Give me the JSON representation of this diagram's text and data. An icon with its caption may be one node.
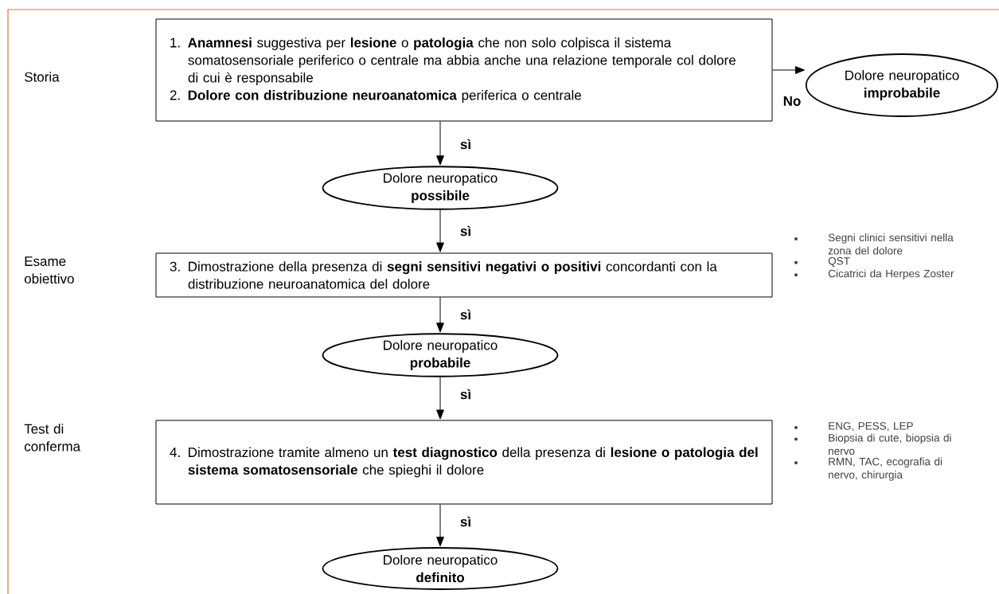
{
  "diagram": {
    "nodes": [
      {
        "text": [
          "1. **Anamnesi** suggestiva per **lesione** o **patologia** che non solo colpisca il sistema somatosensoriale periferico o centrale ma abbia anche una relazione temporale col dolore di cui è responsabile",
          "2. **Dolore con distribuzione neuroanatomica** periferica o centrale"
        ]
      },
      {
        "text": [
          "Dolore neuropatico **improbabile**"
        ]
      },
      {
        "text": [
          "Dolore neuropatico **possibile**"
        ]
      },
      {
        "text": [
          "3. Dimostrazione della presenza di **segni sensitivi negativi o positivi** concordanti con la distribuzione neuroanatomica del dolore"
        ]
      },
      {
        "text": [
          "Dolore neuropatico **probabile**"
        ]
      },
      {
        "text": [
          "4. Dimostrazione tramite almeno un **test diagnostico** della presenza di **lesione o patologia del sistema somatosensoriale** che spieghi il dolore"
        ]
      },
      {
        "text": [
          "Dolore neuropatico **definito**"
        ]
      }
    ],
    "edges": [
      {
        "from": 0,
        "to": 1,
        "arrow": "to",
        "label": "No"
      },
      {
        "from": 0,
        "to": 2,
        "arrow": "to",
        "label": "sì"
      },
      {
        "from": 2,
        "to": 3,
        "arrow": "to",
        "label": "sì"
      },
      {
        "from": 3,
        "to": 4,
        "arrow": "to",
        "label": "sì"
      },
      {
        "from": 4,
        "to": 5,
        "arrow": "to",
        "label": "sì"
      },
      {
        "from": 5,
        "to": 6,
        "arrow": "to",
        "label": "sì"
      }
    ],
    "labels": [
      "Storia",
      "Esame obiettivo",
      "Segni clinici sensitivi nella zona del dolore",
      "QST",
      "Cicatrici da Herpes Zoster",
      "Test di conferma",
      "ENG, PESS, LEP",
      "Biopsia di cute, biopsia di nervo",
      "RMN, TAC, ecografia di nervo, chirurgia"
    ]
  }
}
